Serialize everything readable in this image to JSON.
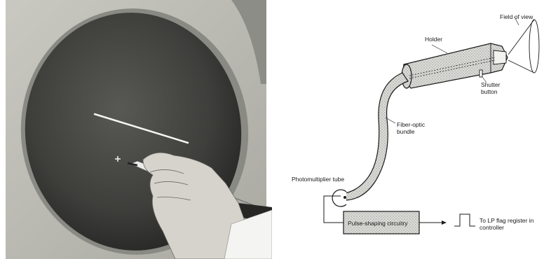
{
  "diagram": {
    "labels": {
      "field_of_view": "Field of view",
      "holder": "Holder",
      "shutter_button": "Shutter button",
      "fiber_optic_bundle": "Fiber-optic bundle",
      "photomultiplier_tube": "Photomultiplier tube",
      "pulse_shaping": "Pulse-shaping circuitry",
      "to_lp_flag": "To LP flag register in controller"
    }
  },
  "colors": {
    "photo_background": "#bdbdb6",
    "screen_dark": "#3a3a38",
    "line_drawing": "#1a1a1a",
    "stipple_fill": "#d9d9d6"
  }
}
